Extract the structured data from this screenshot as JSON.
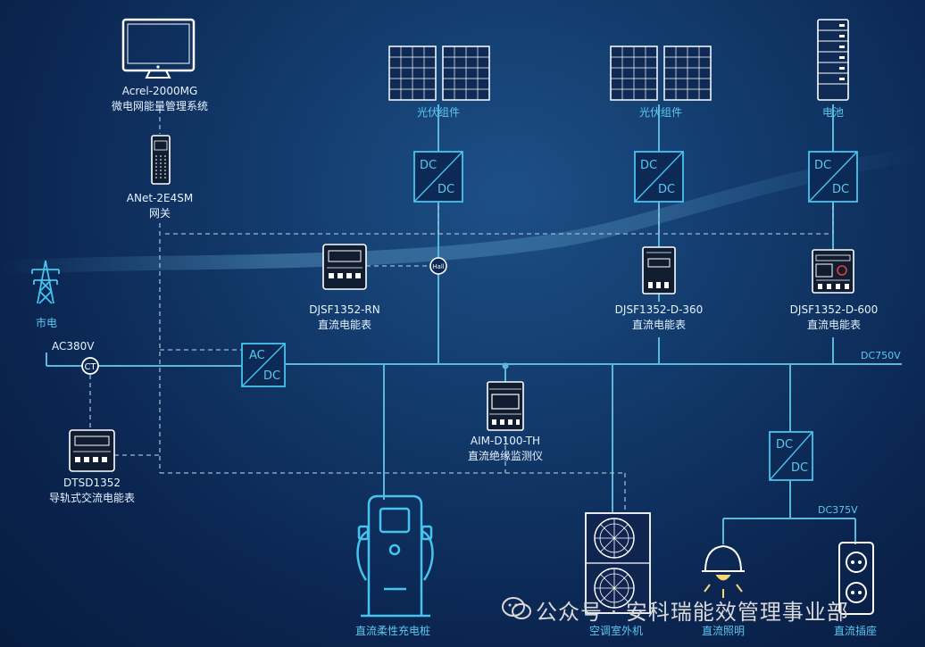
{
  "nodes": {
    "ems": {
      "line1": "Acrel-2000MG",
      "line2": "微电网能量管理系统"
    },
    "gateway": {
      "line1": "ANet-2E4SM",
      "line2": "网关"
    },
    "grid": {
      "label": "市电"
    },
    "ac_voltage": "AC380V",
    "ct": "CT",
    "dtsd": {
      "line1": "DTSD1352",
      "line2": "导轨式交流电能表"
    },
    "acdc": {
      "top": "AC",
      "bottom": "DC"
    },
    "rn_meter": {
      "line1": "DJSF1352-RN",
      "line2": "直流电能表"
    },
    "hall": "Hall",
    "pv1": {
      "label": "光伏组件"
    },
    "pv2": {
      "label": "光伏组件"
    },
    "battery": {
      "label": "电池"
    },
    "dcdc_pv1": {
      "top": "DC",
      "bottom": "DC"
    },
    "dcdc_pv2": {
      "top": "DC",
      "bottom": "DC"
    },
    "dcdc_bat": {
      "top": "DC",
      "bottom": "DC"
    },
    "d360_meter": {
      "line1": "DJSF1352-D-360",
      "line2": "直流电能表"
    },
    "d600_meter": {
      "line1": "DJSF1352-D-600",
      "line2": "直流电能表"
    },
    "bus_750": "DC750V",
    "aim": {
      "line1": "AIM-D100-TH",
      "line2": "直流绝缘监测仪"
    },
    "dcdc_375": {
      "top": "DC",
      "bottom": "DC"
    },
    "bus_375": "DC375V",
    "charger": {
      "label": "直流柔性充电桩"
    },
    "ac_unit": {
      "label": "空调室外机"
    },
    "lighting": {
      "label": "直流照明"
    },
    "socket": {
      "label": "直流插座"
    }
  },
  "watermark": {
    "text": "公众号 · 安科瑞能效管理事业部"
  },
  "colors": {
    "line": "#5bb8dc",
    "accent": "#45c4f0",
    "background": "#0b2550"
  }
}
